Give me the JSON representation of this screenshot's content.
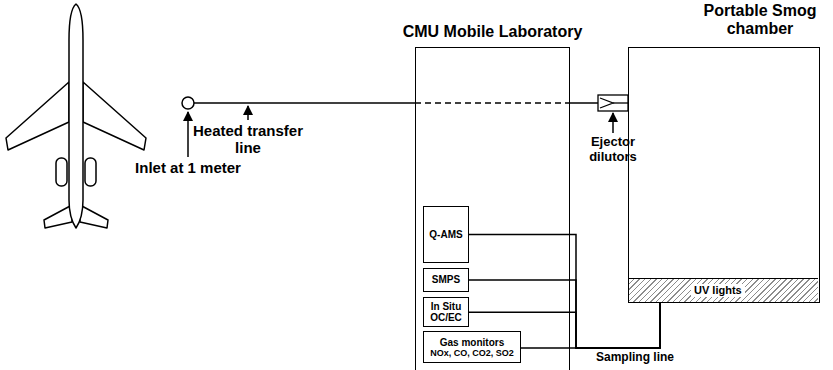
{
  "diagram": {
    "nodes": [
      {
        "text": [
          "CMU Mobile Laboratory"
        ]
      },
      {
        "text": [
          "Q-AMS"
        ],
        "in": 0
      },
      {
        "text": [
          "SMPS"
        ],
        "in": 0
      },
      {
        "text": [
          "In Situ OC/EC"
        ],
        "in": 0
      },
      {
        "text": [
          "Gas monitors",
          "NOx, CO, CO2, SO2"
        ],
        "in": 0
      },
      {
        "text": [
          "Portable Smog chamber"
        ]
      },
      {
        "text": [
          "UV lights"
        ],
        "in": 5
      }
    ],
    "edges": [
      {
        "from": 1,
        "to": 5,
        "arrow": "none"
      },
      {
        "from": 2,
        "to": 5,
        "arrow": "none"
      },
      {
        "from": 3,
        "to": 5,
        "arrow": "none"
      },
      {
        "from": 4,
        "to": 5,
        "arrow": "none"
      }
    ],
    "labels": [
      "Inlet at 1 meter",
      "Heated transfer line",
      "Ejector dilutors",
      "Sampling line"
    ]
  }
}
